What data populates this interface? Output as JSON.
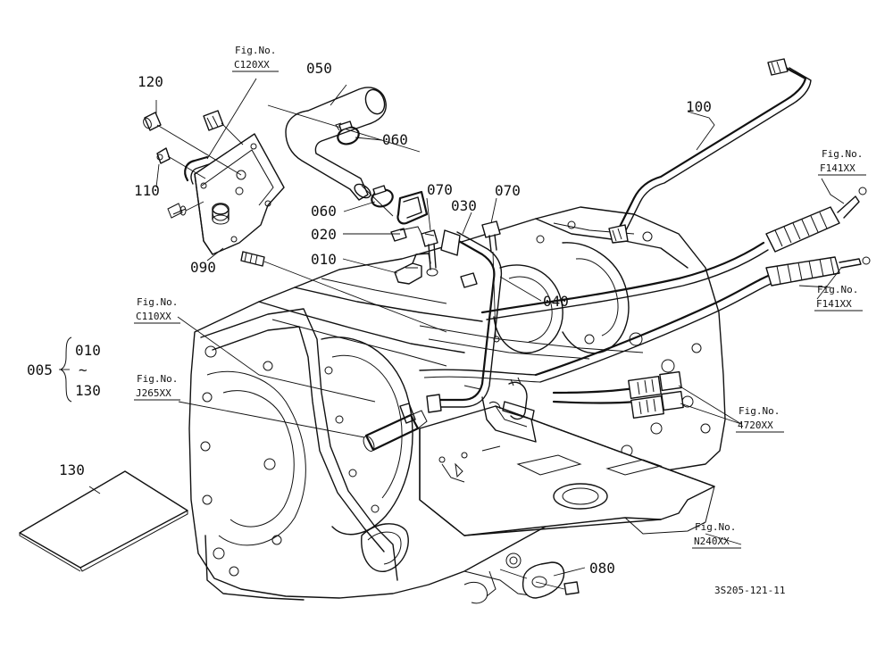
{
  "parts": {
    "p120": "120",
    "p110": "110",
    "p090": "090",
    "p050": "050",
    "p060a": "060",
    "p060b": "060",
    "p070a": "070",
    "p070b": "070",
    "p030": "030",
    "p020": "020",
    "p010": "010",
    "p040": "040",
    "p100": "100",
    "p130": "130",
    "p080": "080",
    "p005": "005",
    "range_from": "010",
    "range_sep": "~",
    "range_to": "130"
  },
  "figrefs": {
    "c120": {
      "label": "Fig.No.",
      "code": "C120XX"
    },
    "c110": {
      "label": "Fig.No.",
      "code": "C110XX"
    },
    "j265": {
      "label": "Fig.No.",
      "code": "J265XX"
    },
    "f141a": {
      "label": "Fig.No.",
      "code": "F141XX"
    },
    "f141b": {
      "label": "Fig.No.",
      "code": "F141XX"
    },
    "m4720": {
      "label": "Fig.No.",
      "code": "4720XX"
    },
    "n240": {
      "label": "Fig.No.",
      "code": "N240XX"
    }
  },
  "drawing_code": "3S205-121-11"
}
